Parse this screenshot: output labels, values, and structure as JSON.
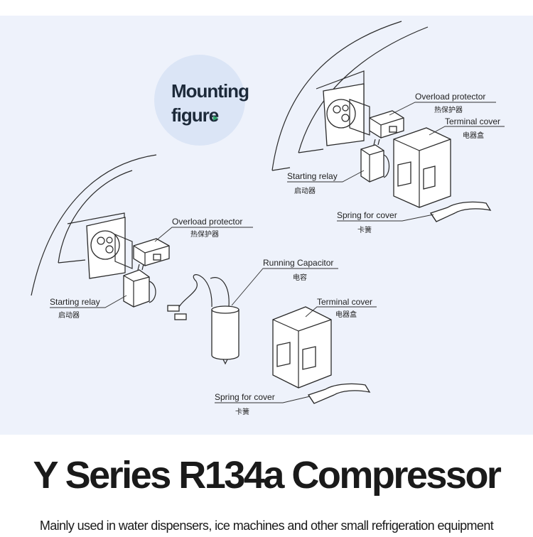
{
  "badge": {
    "line1": "Mounting",
    "line2": "figure",
    "arrow": "▸"
  },
  "labels": {
    "overload_en": "Overload protector",
    "overload_zh": "热保护器",
    "terminal_en": "Terminal cover",
    "terminal_zh": "电器盒",
    "relay_en": "Starting relay",
    "relay_zh": "启动器",
    "spring_en": "Spring for cover",
    "spring_zh": "卡簧",
    "capacitor_en": "Running Capacitor",
    "capacitor_zh": "电容"
  },
  "title": "Y Series R134a Compressor",
  "subtitle": "Mainly used in water dispensers, ice machines and other small refrigeration equipment",
  "colors": {
    "panel": "#eef2fb",
    "badge": "#dbe5f6",
    "badge_text": "#1d2a3a",
    "badge_arrow": "#2fa66a"
  }
}
